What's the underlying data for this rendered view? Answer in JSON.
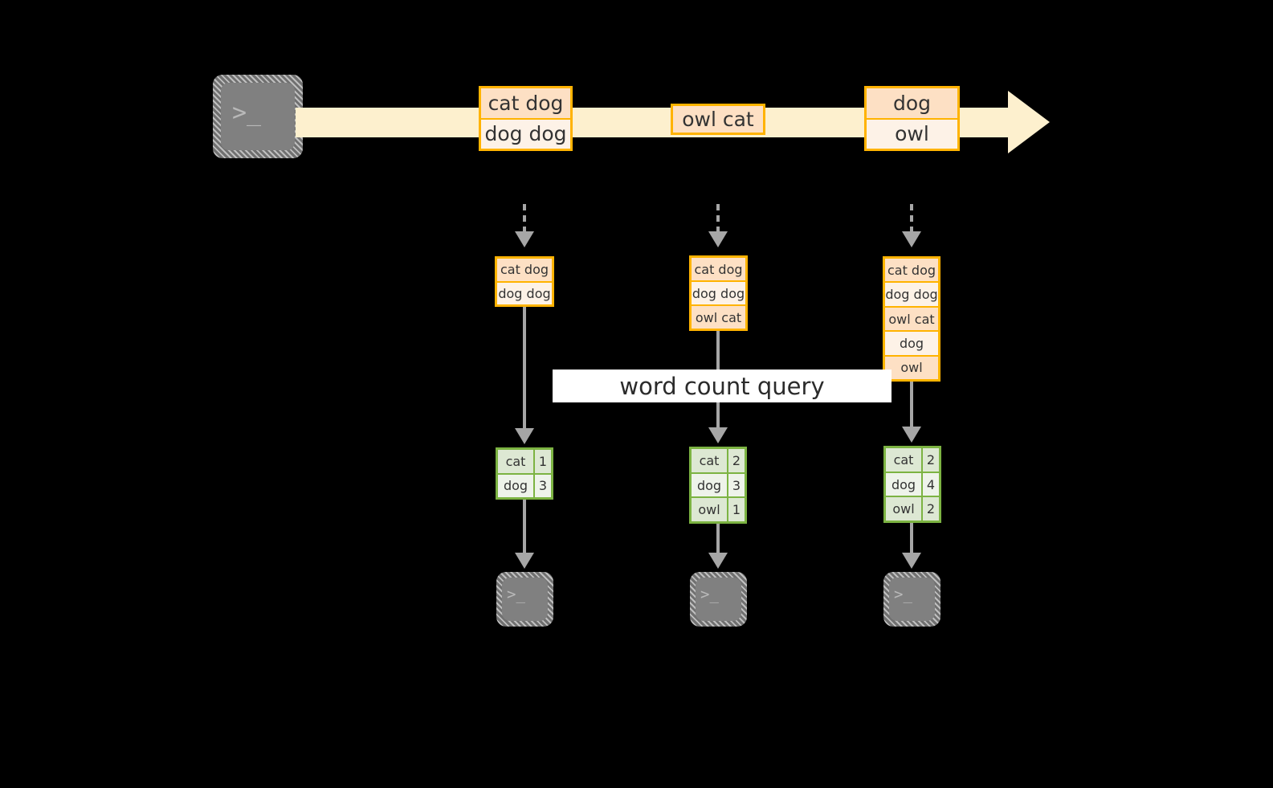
{
  "diagram": {
    "source": {
      "icon": "terminal-icon",
      "glyph": ">_"
    },
    "stream": {
      "direction": "left-to-right",
      "color": "#fdf0ce",
      "border_color": "#ffb300",
      "records": [
        {
          "lines": [
            "cat dog",
            "dog dog"
          ]
        },
        {
          "lines": [
            "owl cat"
          ]
        },
        {
          "lines": [
            "dog",
            "owl"
          ]
        }
      ]
    },
    "query_label": "word count query",
    "snapshots": [
      {
        "input_rows": [
          "cat dog",
          "dog dog"
        ],
        "result": {
          "rows": [
            {
              "word": "cat",
              "count": "1"
            },
            {
              "word": "dog",
              "count": "3"
            }
          ]
        },
        "sink": {
          "icon": "terminal-icon",
          "glyph": ">_"
        }
      },
      {
        "input_rows": [
          "cat dog",
          "dog dog",
          "owl cat"
        ],
        "result": {
          "rows": [
            {
              "word": "cat",
              "count": "2"
            },
            {
              "word": "dog",
              "count": "3"
            },
            {
              "word": "owl",
              "count": "1"
            }
          ]
        },
        "sink": {
          "icon": "terminal-icon",
          "glyph": ">_"
        }
      },
      {
        "input_rows": [
          "cat dog",
          "dog dog",
          "owl cat",
          "dog",
          "owl"
        ],
        "result": {
          "rows": [
            {
              "word": "cat",
              "count": "2"
            },
            {
              "word": "dog",
              "count": "4"
            },
            {
              "word": "owl",
              "count": "2"
            }
          ]
        },
        "sink": {
          "icon": "terminal-icon",
          "glyph": ">_"
        }
      }
    ],
    "colors": {
      "background": "#000000",
      "stream_fill": "#fdf0ce",
      "record_border": "#ffb300",
      "record_fill_dark": "#fde0c4",
      "record_fill_light": "#fdf2e7",
      "result_border": "#7cb342",
      "result_fill_dark": "#dde8d3",
      "result_fill_light": "#eef3ea",
      "connector": "#a6a6a6",
      "label_background": "#ffffff"
    }
  }
}
